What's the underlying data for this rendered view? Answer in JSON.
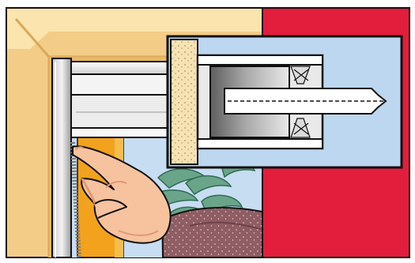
{
  "illustration": {
    "subject": "window-frame-pleated-blind-installation",
    "parts": [
      "wall-frame",
      "window-frame",
      "pleated-blind",
      "magnified-rail-detail",
      "pointing-hand",
      "sleeve",
      "red-wall"
    ]
  },
  "colors": {
    "outline": "#111111",
    "frame_wood": "#f3cd87",
    "frame_wood_light": "#fbe4ad",
    "frame_wood_dark": "#e6b867",
    "red_wall": "#e31d3c",
    "sky_blue": "#bcd7ef",
    "glass_blue": "#c7ddf1",
    "curtain_orange": "#f2a21c",
    "foliage_green": "#6aa58a",
    "foliage_dark": "#2f6b55",
    "skin": "#f6c39e",
    "skin_shadow": "#e09a76",
    "sleeve": "#8f5d64",
    "sleeve_dark": "#6f4249",
    "metal_light": "#e9e9e9",
    "metal_mid": "#a9a9a9",
    "metal_dark": "#5e5e5e",
    "cork": "#f6e3b4"
  }
}
